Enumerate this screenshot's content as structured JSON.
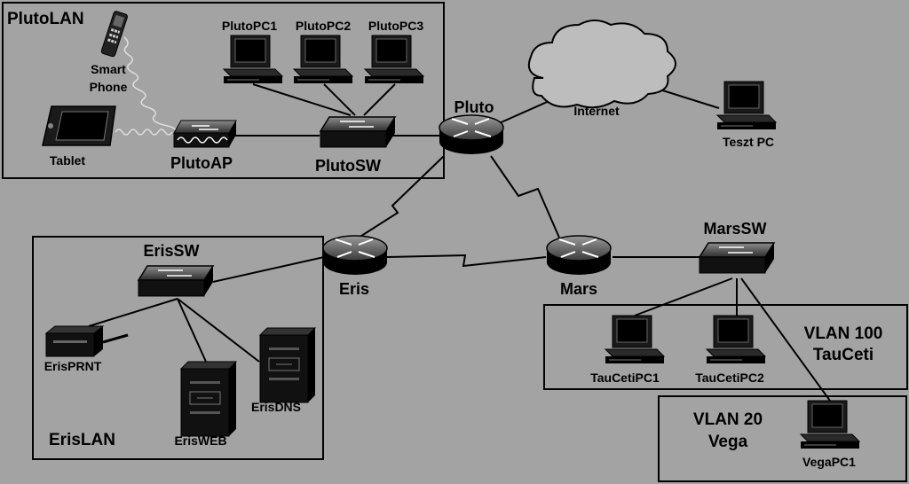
{
  "zones": {
    "pluto_lan": "PlutoLAN",
    "eris_lan": "ErisLAN",
    "vlan100_line1": "VLAN 100",
    "vlan100_line2": "TauCeti",
    "vlan20_line1": "VLAN 20",
    "vlan20_line2": "Vega"
  },
  "devices": {
    "smartphone_line1": "Smart",
    "smartphone_line2": "Phone",
    "tablet": "Tablet",
    "pluto_ap": "PlutoAP",
    "pluto_sw": "PlutoSW",
    "pluto_pc1": "PlutoPC1",
    "pluto_pc2": "PlutoPC2",
    "pluto_pc3": "PlutoPC3",
    "pluto_router": "Pluto",
    "internet": "Internet",
    "teszt_pc": "Teszt PC",
    "eris_sw": "ErisSW",
    "eris_router": "Eris",
    "mars_router": "Mars",
    "mars_sw": "MarsSW",
    "eris_prnt": "ErisPRNT",
    "eris_web": "ErisWEB",
    "eris_dns": "ErisDNS",
    "tauceti_pc1": "TauCetiPC1",
    "tauceti_pc2": "TauCetiPC2",
    "vega_pc1": "VegaPC1"
  },
  "icons": [
    "router-icon",
    "switch-icon",
    "access-point-icon",
    "pc-icon",
    "server-icon",
    "printer-icon",
    "cloud-icon",
    "smartphone-icon",
    "tablet-icon"
  ]
}
